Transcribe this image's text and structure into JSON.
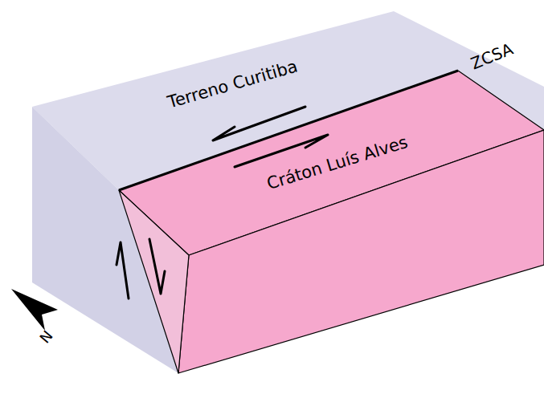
{
  "diagram": {
    "labels": [
      "Terreno Curitiba",
      "Cráton Luís Alves",
      "ZCSA",
      "N"
    ]
  }
}
